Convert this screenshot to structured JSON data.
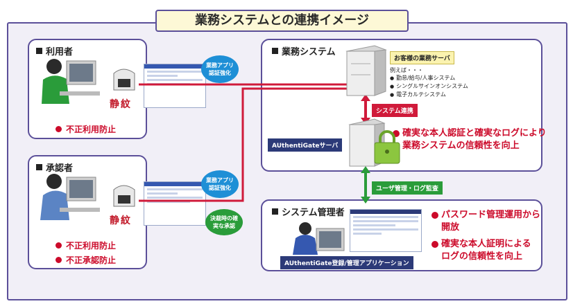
{
  "title": "業務システムとの連携イメージ",
  "user_panel": {
    "label": "利用者",
    "seal": "静紋",
    "bullets": [
      "不正利用防止"
    ]
  },
  "approver_panel": {
    "label": "承認者",
    "seal": "静紋",
    "bullets": [
      "不正利用防止",
      "不正承認防止"
    ]
  },
  "business_panel": {
    "label": "業務システム",
    "server_tag": "お客様の業務サーバ",
    "example_heading": "例えば・・・",
    "examples": [
      "勤怠/給与/人事システム",
      "シングルサインオンシステム",
      "電子カルテシステム"
    ],
    "link_tag": "システム連携",
    "auth_server_tag": "AUthentiGateサーバ",
    "benefit_line1": "確実な本人認証と確実なログにより",
    "benefit_line2": "業務システムの信頼性を向上"
  },
  "admin_panel": {
    "label": "システム管理者",
    "app_tag": "AUthentiGate登録/管理アプリケーション",
    "benefits": [
      {
        "line1": "パスワード管理運用から",
        "line2": "開放"
      },
      {
        "line1": "確実な本人証明による",
        "line2": "ログの信頼性を向上"
      }
    ]
  },
  "bubbles": {
    "user_auth": "業務アプリ認証強化",
    "approver_auth": "業務アプリ認証強化",
    "approval": "決裁時の確実な承認"
  },
  "monitor_tag": "ユーザ管理・ログ監査",
  "colors": {
    "frame": "#5b4f99",
    "red": "#cc0a2a",
    "blue_bubble": "#1e8fd6",
    "green": "#2a9c3a",
    "dark_tag": "#2c3a78"
  }
}
